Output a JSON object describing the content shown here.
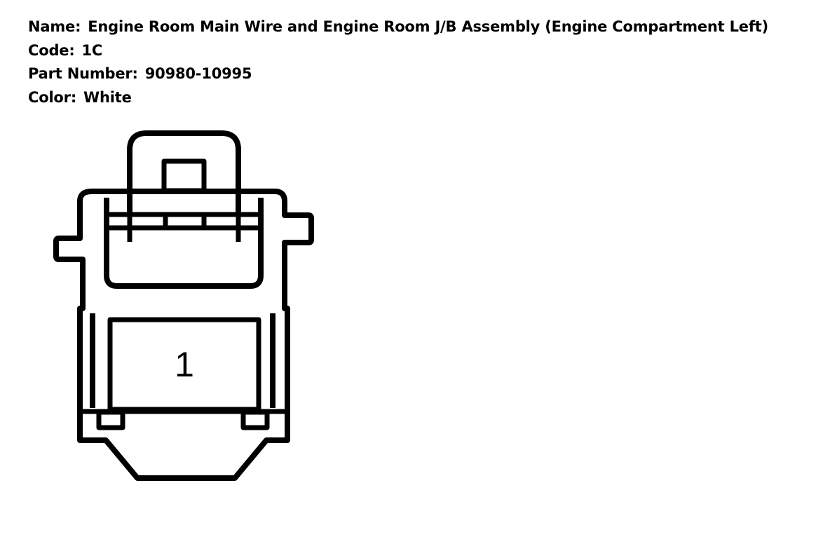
{
  "info": {
    "name_label": "Name:",
    "name_value": "Engine Room Main Wire and Engine Room J/B Assembly (Engine Compartment Left)",
    "code_label": "Code:",
    "code_value": "1C",
    "part_label": "Part Number:",
    "part_value": "90980-10995",
    "color_label": "Color:",
    "color_value": "White"
  },
  "connector": {
    "pins": [
      "1"
    ],
    "stroke_color": "#000000",
    "fill_color": "#ffffff"
  }
}
